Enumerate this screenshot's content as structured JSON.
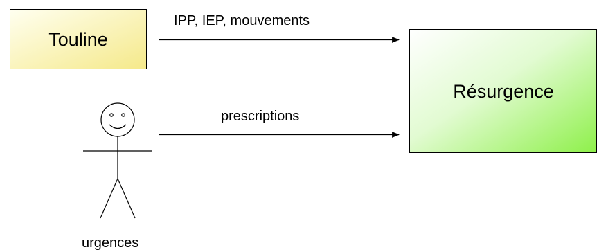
{
  "nodes": {
    "source_system": {
      "label": "Touline",
      "fill_light": "#fffff0",
      "fill_dark": "#f5e98a"
    },
    "target_system": {
      "label": "Résurgence",
      "fill_light": "#ffffff",
      "fill_dark": "#8ef04a"
    },
    "actor": {
      "label": "urgences"
    }
  },
  "flows": [
    {
      "label": "IPP, IEP, mouvements",
      "from": "Touline",
      "to": "Résurgence"
    },
    {
      "label": "prescriptions",
      "from": "urgences",
      "to": "Résurgence"
    }
  ]
}
